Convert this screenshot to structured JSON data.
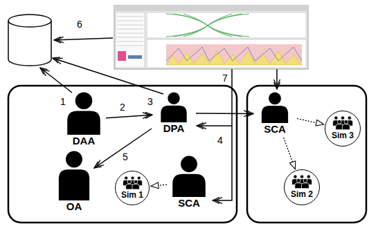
{
  "diagram": {
    "nodes": [
      {
        "text": [
          "DAA"
        ]
      },
      {
        "text": [
          "DPA"
        ]
      },
      {
        "text": [
          "SCA"
        ]
      },
      {
        "text": [
          "Sim 3"
        ]
      },
      {
        "text": [
          "OA"
        ]
      },
      {
        "text": [
          "Sim 1"
        ]
      },
      {
        "text": [
          "SCA"
        ]
      },
      {
        "text": [
          "Sim 2"
        ]
      }
    ],
    "edges": [
      {
        "from": 0,
        "to": 1,
        "arrow": "to"
      },
      {
        "from": 1,
        "to": 2,
        "arrow": "to"
      },
      {
        "from": 1,
        "to": 4,
        "arrow": "to"
      },
      {
        "from": 6,
        "to": 5,
        "arrow": "to"
      },
      {
        "from": 2,
        "to": 7,
        "arrow": "to"
      },
      {
        "from": 2,
        "to": 3,
        "arrow": "to"
      }
    ],
    "labels": [
      "6",
      "7",
      "3",
      "1",
      "2",
      "4",
      "5"
    ]
  }
}
